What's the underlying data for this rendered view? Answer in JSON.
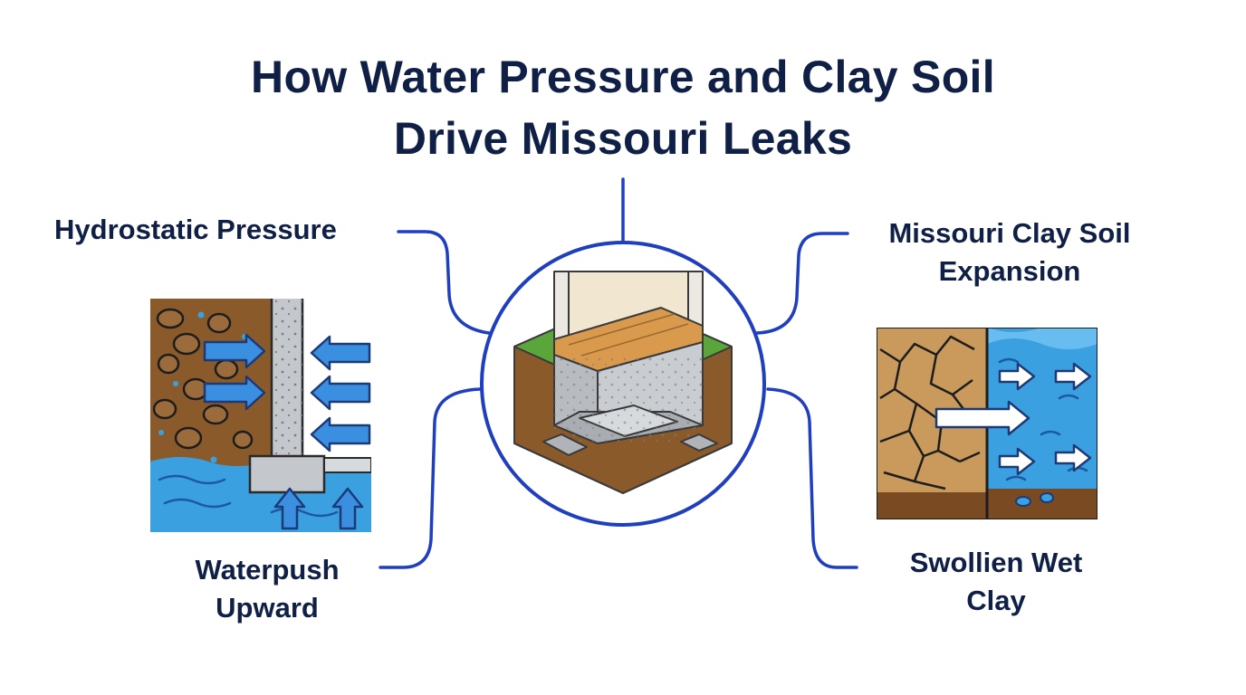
{
  "title": {
    "line1": "How Water Pressure and Clay Soil",
    "line2": "Drive Missouri Leaks"
  },
  "labels": {
    "hydrostatic_pressure": "Hydrostatic Pressure",
    "clay_expansion_line1": "Missouri Clay Soil",
    "clay_expansion_line2": "Expansion",
    "waterpush_line1": "Waterpush",
    "waterpush_line2": "Upward",
    "swollen_line1": "Swollien Wet",
    "swollen_line2": "Clay"
  },
  "colors": {
    "connector_blue": "#1f3fbf",
    "text_navy": "#0f1f45",
    "soil_brown": "#8a5a2b",
    "clay_tan": "#c99a5c",
    "water_blue": "#3aa0e0",
    "arrow_blue": "#3b8fe0",
    "concrete_gray": "#b8bcc0",
    "wood_orange": "#d99a4e",
    "grass_green": "#5aa63a"
  },
  "icons": [
    "basement-foundation-icon",
    "hydrostatic-wall-icon",
    "clay-soil-expansion-icon"
  ]
}
